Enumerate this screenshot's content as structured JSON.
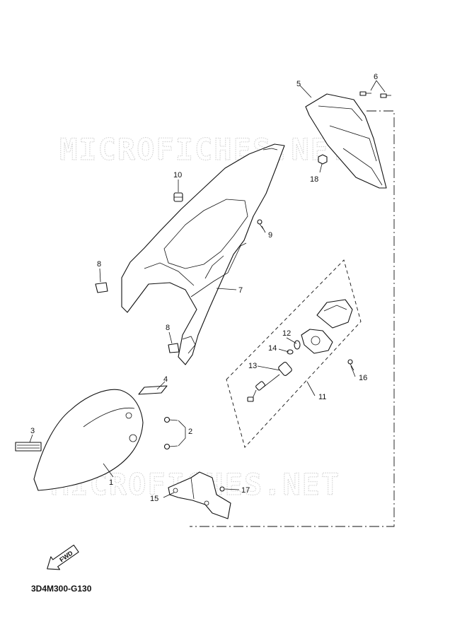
{
  "watermark": {
    "text": "MICROFICHES.NET"
  },
  "diagram_code": "3D4M300-G130",
  "fwd_label": "FWD",
  "callouts": {
    "c1": "1",
    "c2": "2",
    "c3": "3",
    "c4": "4",
    "c5": "5",
    "c6": "6",
    "c7": "7",
    "c8a": "8",
    "c8b": "8",
    "c9": "9",
    "c10": "10",
    "c11": "11",
    "c12": "12",
    "c13": "13",
    "c14": "14",
    "c15": "15",
    "c16": "16",
    "c17": "17",
    "c18": "18"
  }
}
